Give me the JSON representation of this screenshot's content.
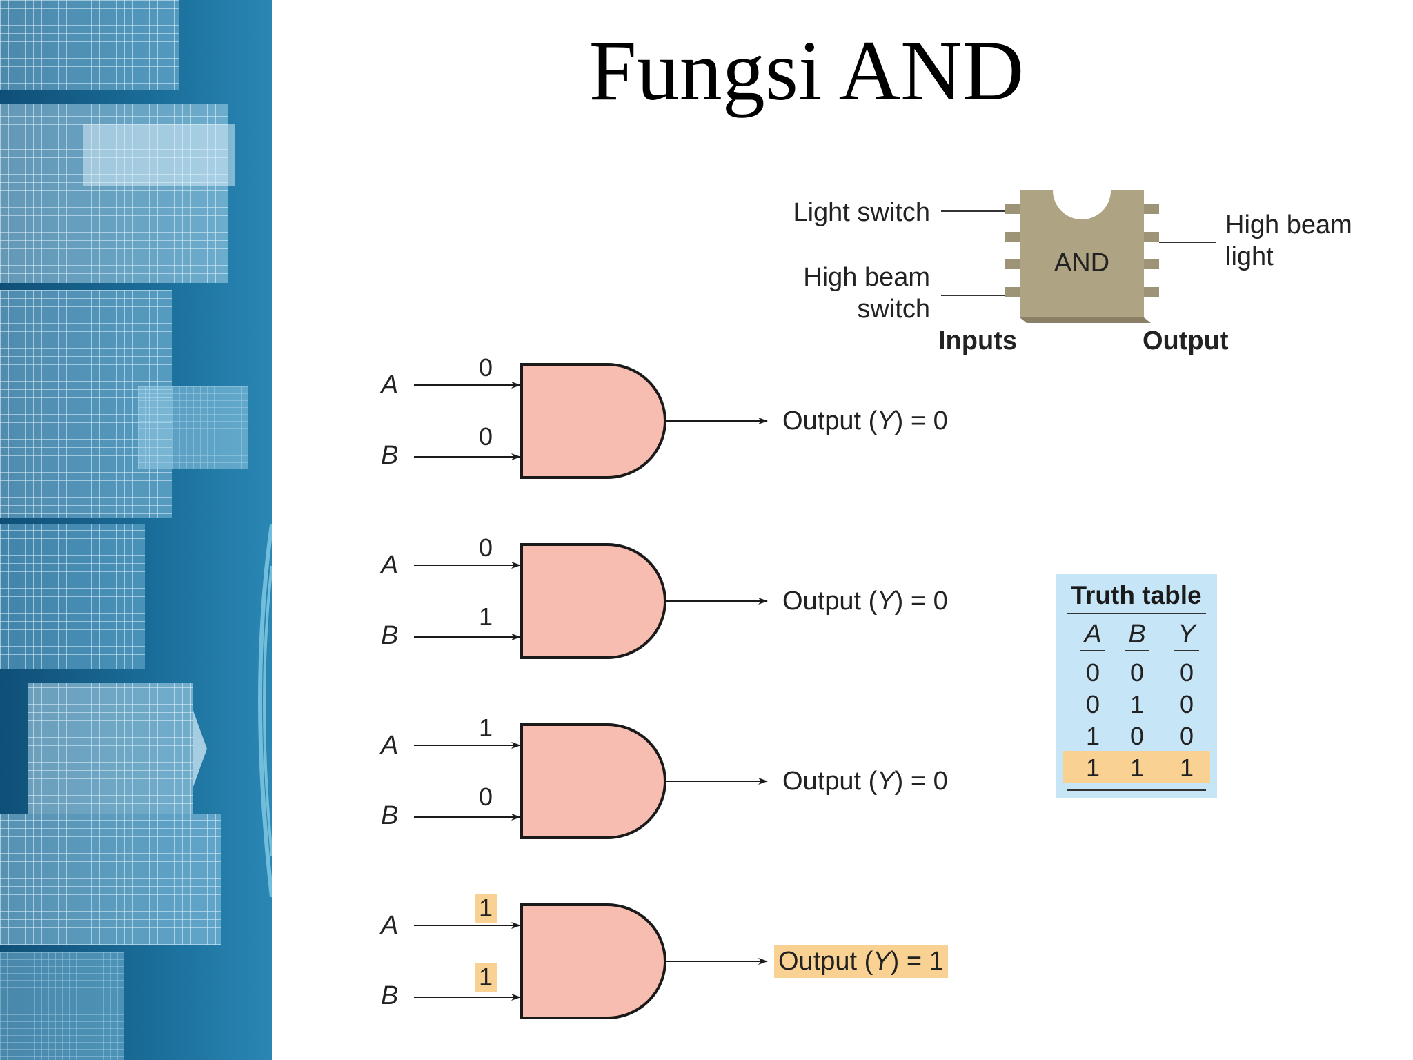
{
  "slide": {
    "title": "Fungsi AND"
  },
  "chip": {
    "label": "AND",
    "input1_label": "Light switch",
    "input2_label_line1": "High beam",
    "input2_label_line2": "switch",
    "output_label_line1": "High beam",
    "output_label_line2": "light",
    "inputs_caption": "Inputs",
    "output_caption": "Output"
  },
  "gates": [
    {
      "a_label": "A",
      "b_label": "B",
      "a": "0",
      "b": "0",
      "output_prefix": "Output (",
      "output_var": "Y",
      "output_suffix": ") = 0",
      "highlight": false
    },
    {
      "a_label": "A",
      "b_label": "B",
      "a": "0",
      "b": "1",
      "output_prefix": "Output (",
      "output_var": "Y",
      "output_suffix": ") = 0",
      "highlight": false
    },
    {
      "a_label": "A",
      "b_label": "B",
      "a": "1",
      "b": "0",
      "output_prefix": "Output (",
      "output_var": "Y",
      "output_suffix": ") = 0",
      "highlight": false
    },
    {
      "a_label": "A",
      "b_label": "B",
      "a": "1",
      "b": "1",
      "output_prefix": "Output (",
      "output_var": "Y",
      "output_suffix": ") = 1",
      "highlight": true
    }
  ],
  "truth_table": {
    "title": "Truth table",
    "headers": [
      "A",
      "B",
      "Y"
    ],
    "rows": [
      [
        "0",
        "0",
        "0"
      ],
      [
        "0",
        "1",
        "0"
      ],
      [
        "1",
        "0",
        "0"
      ],
      [
        "1",
        "1",
        "1"
      ]
    ],
    "highlight_row": 3
  },
  "colors": {
    "gate_fill": "#f8bdb1",
    "highlight": "#f9d293",
    "table_bg": "#c6e6f7",
    "chip_body": "#aea383",
    "side_panel": "#1a6c95"
  }
}
